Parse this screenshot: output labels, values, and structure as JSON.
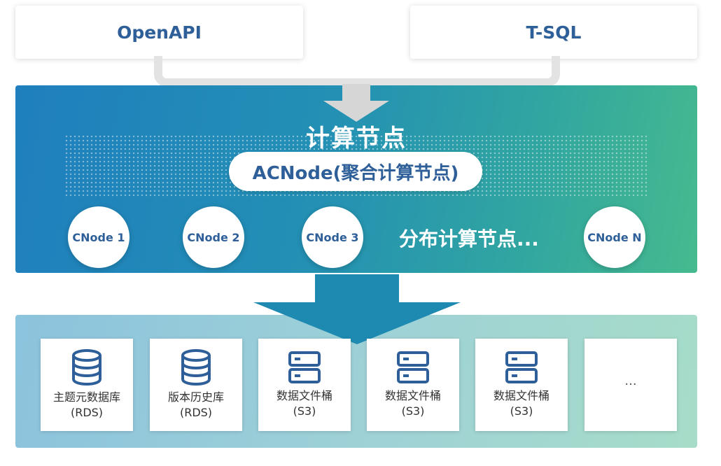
{
  "interfaces": [
    {
      "label": "OpenAPI"
    },
    {
      "label": "T-SQL"
    }
  ],
  "compute": {
    "title": "计算节点",
    "aggregator": "ACNode(聚合计算节点)",
    "nodes": [
      "CNode 1",
      "CNode 2",
      "CNode 3",
      "CNode N"
    ],
    "distributed_label": "分布计算节点..."
  },
  "storage": {
    "cards": [
      {
        "name": "主题元数据库",
        "sub": "(RDS)",
        "icon": "database-icon"
      },
      {
        "name": "版本历史库",
        "sub": "(RDS)",
        "icon": "database-icon"
      },
      {
        "name": "数据文件桶",
        "sub": "(S3)",
        "icon": "server-icon"
      },
      {
        "name": "数据文件桶",
        "sub": "(S3)",
        "icon": "server-icon"
      },
      {
        "name": "数据文件桶",
        "sub": "(S3)",
        "icon": "server-icon"
      }
    ],
    "more": "..."
  },
  "colors": {
    "accent": "#2e5f99",
    "compute_start": "#1f7fbe",
    "compute_end": "#46ba8e",
    "storage_start": "#8cc3dd",
    "storage_end": "#a6dcc8",
    "arrow_dark": "#1e8ab2",
    "arrow_light": "#d6d6d6"
  }
}
